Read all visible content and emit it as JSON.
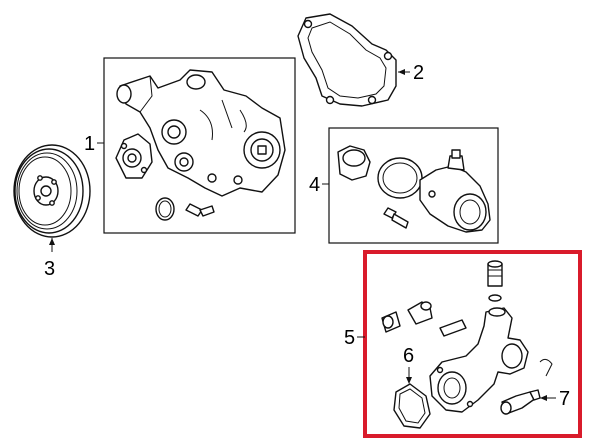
{
  "callouts": [
    {
      "id": "1",
      "text": "1"
    },
    {
      "id": "2",
      "text": "2"
    },
    {
      "id": "3",
      "text": "3"
    },
    {
      "id": "4",
      "text": "4"
    },
    {
      "id": "5",
      "text": "5"
    },
    {
      "id": "6",
      "text": "6"
    },
    {
      "id": "7",
      "text": "7"
    }
  ],
  "colors": {
    "highlight": "#d91b2b",
    "line": "#111111",
    "background": "#ffffff"
  }
}
